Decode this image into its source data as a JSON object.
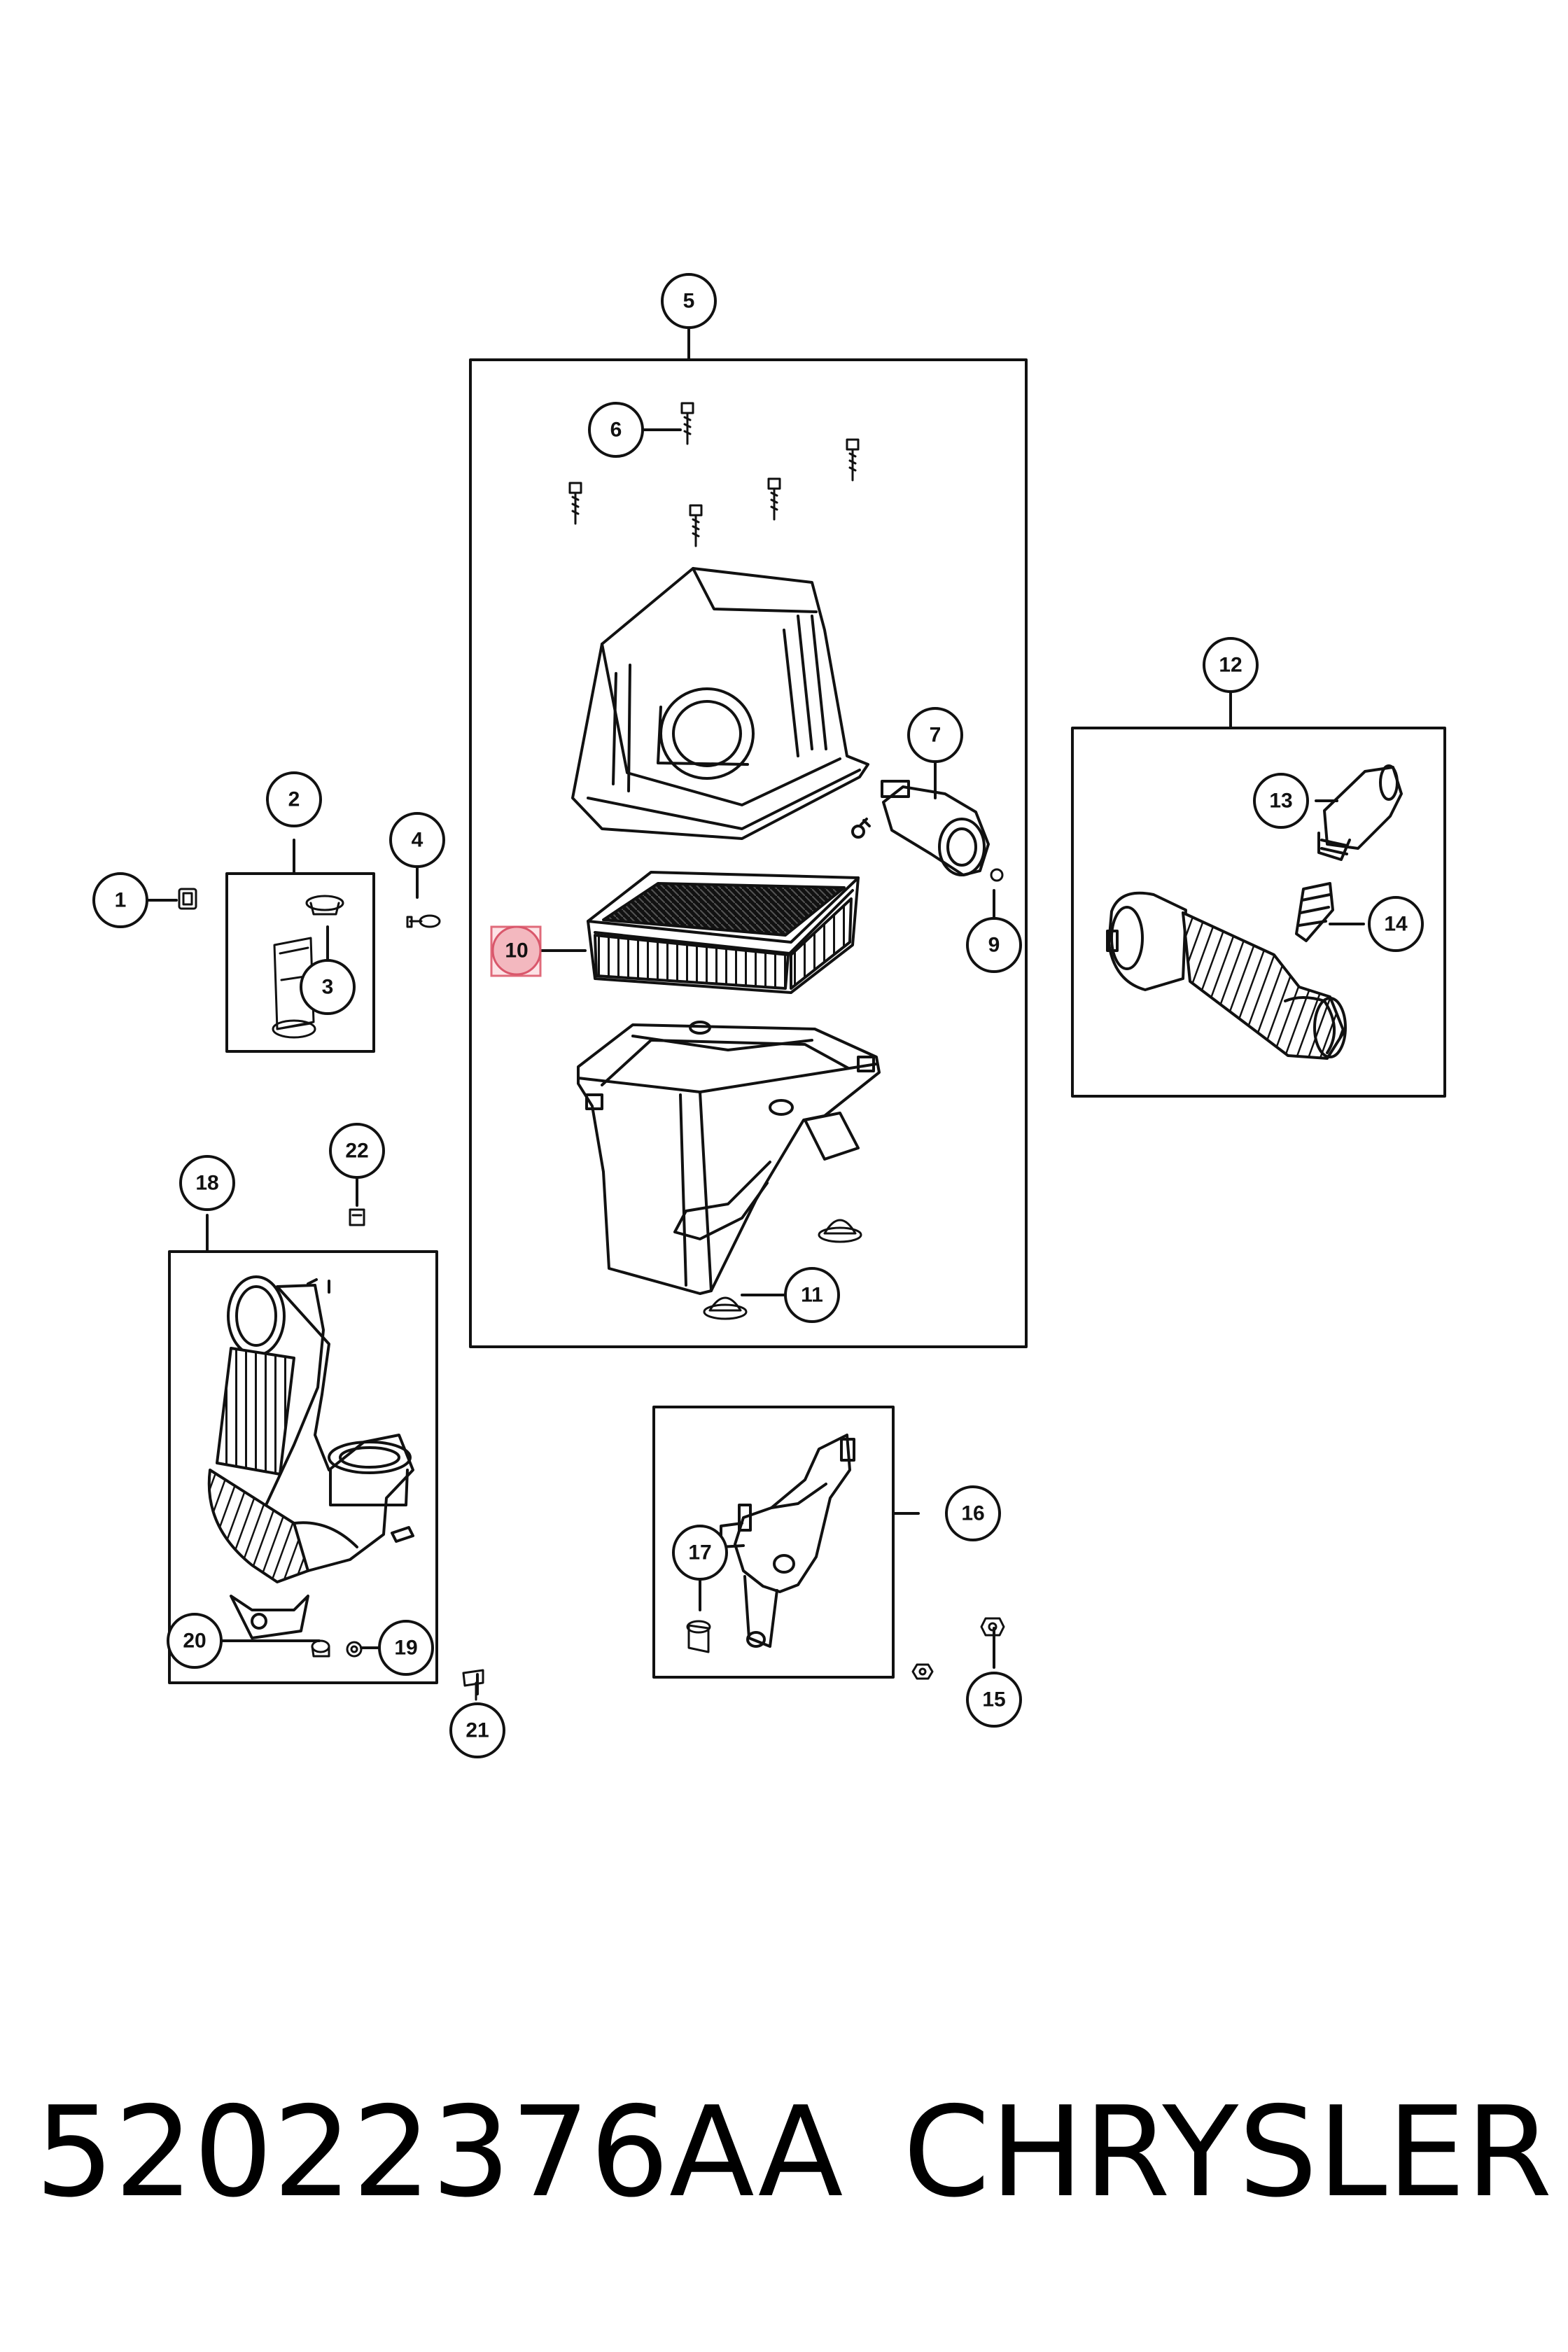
{
  "footer": {
    "part_number": "52022376AA",
    "brand": "CHRYSLER"
  },
  "highlighted_callout": "10",
  "callouts": {
    "c1": "1",
    "c2": "2",
    "c3": "3",
    "c4": "4",
    "c5": "5",
    "c6": "6",
    "c7": "7",
    "c9": "9",
    "c10": "10",
    "c11": "11",
    "c12": "12",
    "c13": "13",
    "c14": "14",
    "c15": "15",
    "c16": "16",
    "c17": "17",
    "c18": "18",
    "c19": "19",
    "c20": "20",
    "c21": "21",
    "c22": "22"
  },
  "colors": {
    "line": "#111111",
    "highlight_fill": "#f3b8bf",
    "highlight_stroke": "#e06a7a"
  }
}
